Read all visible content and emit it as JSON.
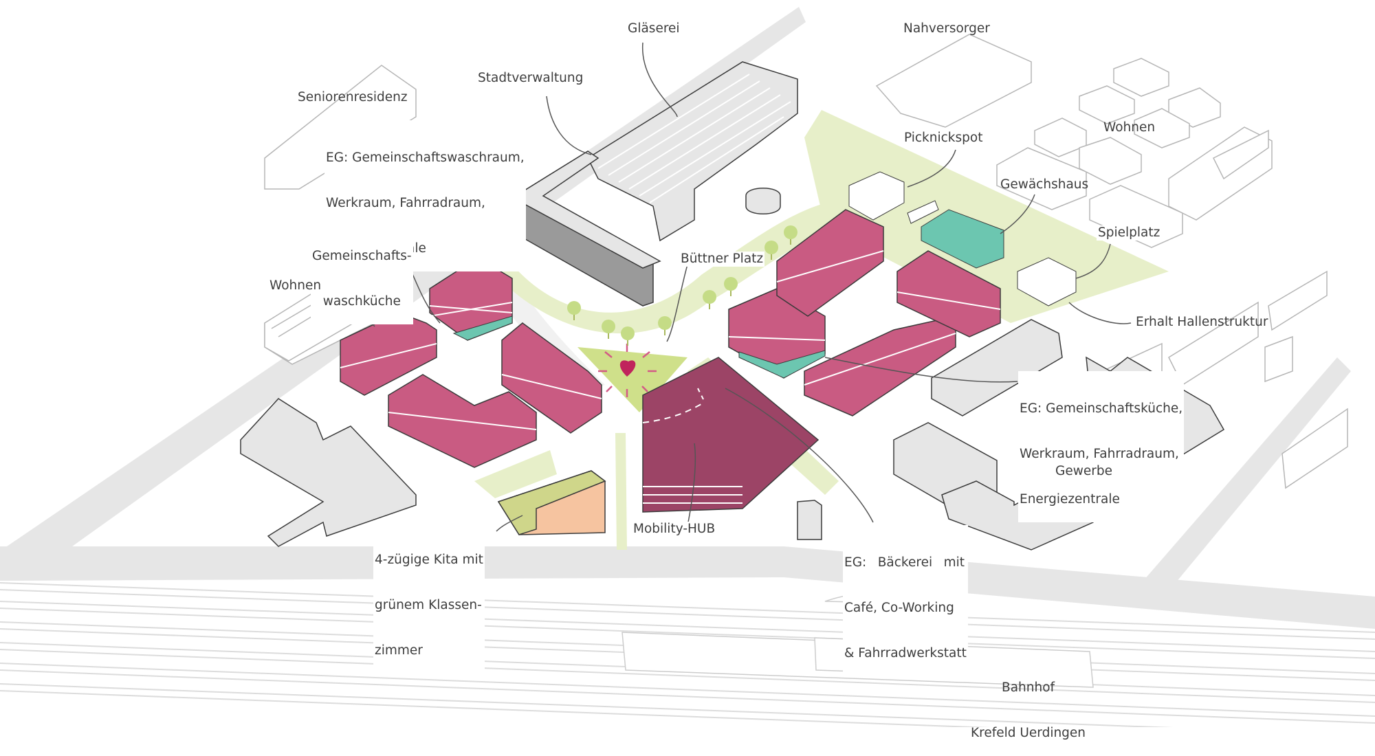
{
  "labels": {
    "glaeserei": "Gläserei",
    "nahversorger": "Nahversorger",
    "stadtverwaltung": "Stadtverwaltung",
    "seniorenresidenz": "Seniorenresidenz",
    "eg_left": [
      "EG: Gemeinschaftswaschraum,",
      "Werkraum, Fahrradraum,",
      "Energiezentrale"
    ],
    "picknickspot": "Picknickspot",
    "wohnen_right": "Wohnen",
    "gewaechshaus": "Gewächshaus",
    "gemeinschaftswaschkueche": [
      "Gemeinschafts-",
      "waschküche"
    ],
    "spielplatz": "Spielplatz",
    "buettner_platz": "Büttner Platz",
    "wohnen_left": "Wohnen",
    "erhalt_hallenstruktur": "Erhalt Hallenstruktur",
    "eg_right": [
      "EG: Gemeinschaftsküche,",
      "Werkraum, Fahrradraum,",
      "Energiezentrale"
    ],
    "gewerbe": "Gewerbe",
    "kita": [
      "4-zügige Kita mit",
      "grünem Klassen-",
      "zimmer"
    ],
    "mobility_hub": "Mobility-HUB",
    "eg_bakery": {
      "line1_a": "EG:",
      "line1_b": "Bäckerei",
      "line1_c": "mit",
      "line2": "Café, Co-Working",
      "line3": "& Fahrradwerkstatt"
    },
    "bahnhof": [
      "Bahnhof",
      "Krefeld Uerdingen"
    ]
  },
  "colors": {
    "residential": "#c95b82",
    "mobility_hub": "#9c4466",
    "existing": "#e6e6e6",
    "stadtverwaltung": "#9a9a9a",
    "greenhouse": "#6cc6b0",
    "green_space": "#e7efc9",
    "kita": "#f6c4a0",
    "kita_roof": "#cfd68a",
    "tree": "#c5dc86"
  }
}
